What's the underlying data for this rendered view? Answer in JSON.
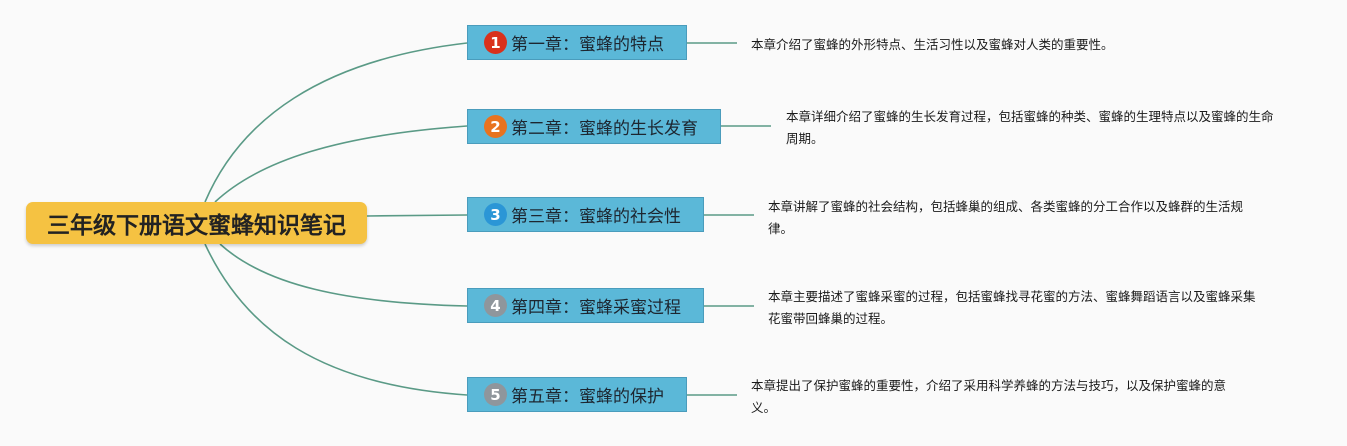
{
  "root": {
    "title": "三年级下册语文蜜蜂知识笔记"
  },
  "chapters": [
    {
      "number": "1",
      "badge_color": "#d9311c",
      "title": "第一章：蜜蜂的特点",
      "desc": "本章介绍了蜜蜂的外形特点、生活习性以及蜜蜂对人类的重要性。"
    },
    {
      "number": "2",
      "badge_color": "#e8731f",
      "title": "第二章：蜜蜂的生长发育",
      "desc": "本章详细介绍了蜜蜂的生长发育过程，包括蜜蜂的种类、蜜蜂的生理特点以及蜜蜂的生命周期。"
    },
    {
      "number": "3",
      "badge_color": "#2b96d6",
      "title": "第三章：蜜蜂的社会性",
      "desc": "本章讲解了蜜蜂的社会结构，包括蜂巢的组成、各类蜜蜂的分工合作以及蜂群的生活规律。"
    },
    {
      "number": "4",
      "badge_color": "#8f969c",
      "title": "第四章：蜜蜂采蜜过程",
      "desc": "本章主要描述了蜜蜂采蜜的过程，包括蜜蜂找寻花蜜的方法、蜜蜂舞蹈语言以及蜜蜂采集花蜜带回蜂巢的过程。"
    },
    {
      "number": "5",
      "badge_color": "#8f969c",
      "title": "第五章：蜜蜂的保护",
      "desc": "本章提出了保护蜜蜂的重要性，介绍了采用科学养蜂的方法与技巧，以及保护蜜蜂的意义。"
    }
  ],
  "colors": {
    "edge": "#5a9a86",
    "root_fill": "#f5c242",
    "branch_fill": "#5bb8d8"
  }
}
